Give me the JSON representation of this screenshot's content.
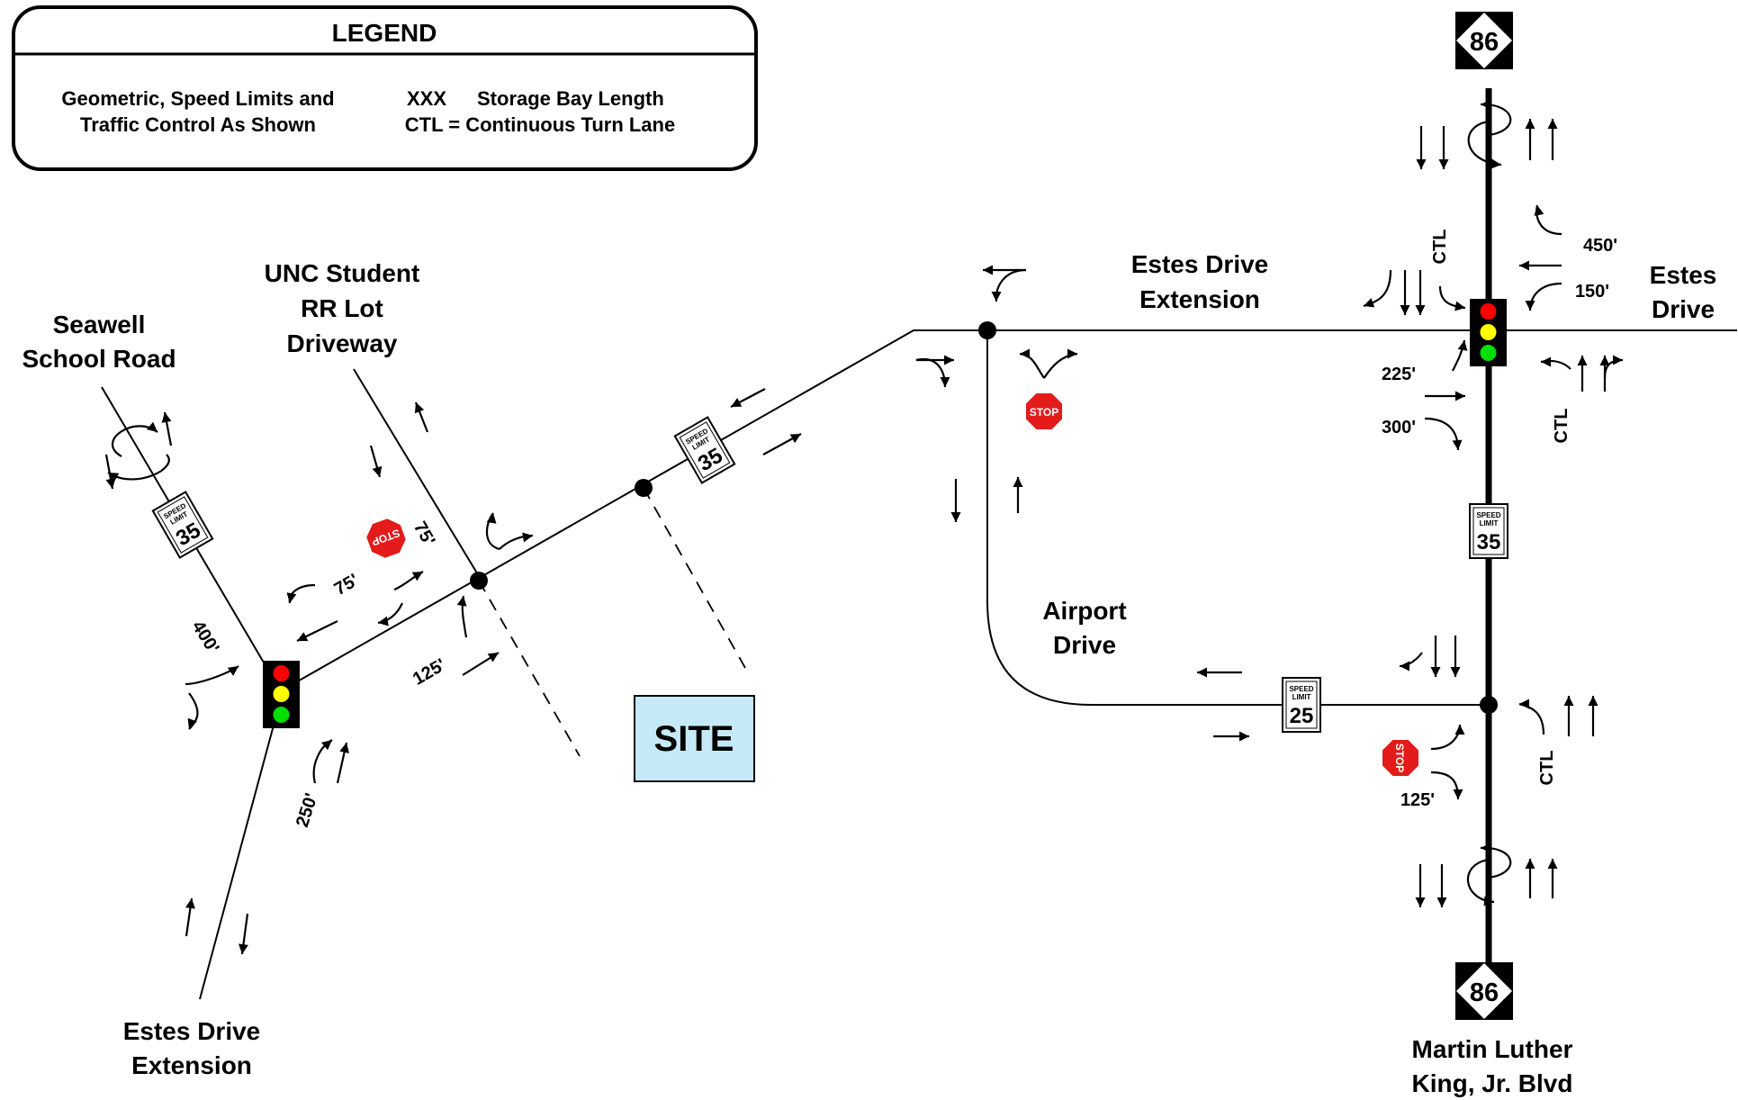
{
  "legend": {
    "title": "LEGEND",
    "left_line1": "Geometric, Speed Limits and",
    "left_line2": "Traffic Control As Shown",
    "right_line1_key": "XXX",
    "right_line1_desc": "Storage Bay Length",
    "right_line2": "CTL = Continuous Turn Lane"
  },
  "roads": {
    "seawell": [
      "Seawell",
      "School Road"
    ],
    "unc": [
      "UNC Student",
      "RR Lot",
      "Driveway"
    ],
    "estes_ext_top": [
      "Estes Drive",
      "Extension"
    ],
    "estes_ext_bottom": [
      "Estes Drive",
      "Extension"
    ],
    "estes_drive": [
      "Estes",
      "Drive"
    ],
    "airport": [
      "Airport",
      "Drive"
    ],
    "mlk": [
      "Martin Luther",
      "King, Jr. Blvd"
    ]
  },
  "route_shield": "86",
  "site_label": "SITE",
  "speed_sign": {
    "line1": "SPEED",
    "line2": "LIMIT"
  },
  "speed_limits": {
    "seawell": "35",
    "estes": "35",
    "mlk": "35",
    "airport": "25"
  },
  "stop_text": "STOP",
  "ctl_label": "CTL",
  "storage": {
    "seawell_400": "400'",
    "estes_w_250": "250'",
    "estes_ext_wb_75": "75'",
    "unc_75": "75'",
    "estes_ext_eb_125": "125'",
    "mlk_sb_wb_450": "450'",
    "mlk_sb_wb_150": "150'",
    "mlk_eb_225": "225'",
    "mlk_eb_300": "300'",
    "airport_125": "125'"
  },
  "colors": {
    "signal_red": "#ff0000",
    "signal_yellow": "#ffff00",
    "signal_green": "#00dd00",
    "stop_red": "#e31b1b",
    "site_fill": "#c5e9f7"
  }
}
